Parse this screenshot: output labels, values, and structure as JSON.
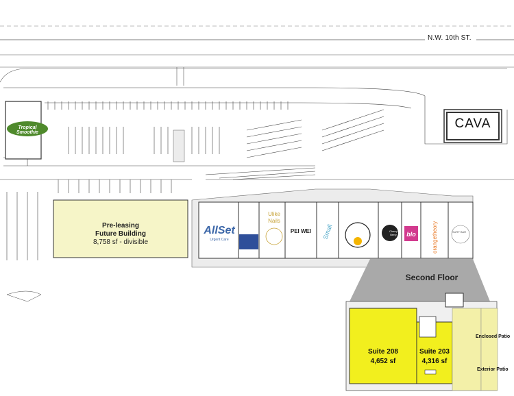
{
  "map": {
    "street_name": "N.W. 10th ST.",
    "future_building": {
      "line1": "Pre-leasing",
      "line2": "Future Building",
      "area": "8,758 sf - divisible"
    },
    "second_floor_label": "Second Floor",
    "suites": [
      {
        "name": "Suite 208",
        "area": "4,652 sf"
      },
      {
        "name": "Suite 203",
        "area": "4,316 sf"
      }
    ],
    "patios": {
      "enclosed": "Enclosed Patio",
      "exterior": "Exterior Patio"
    },
    "colors": {
      "suite_fill": "#f2ef1e",
      "future_fill": "#f6f5c8",
      "patio_fill": "#f3f0a8",
      "second_floor_fill": "#a9a9a9",
      "pavement": "#ececec"
    }
  },
  "tenants": {
    "cava": "CAVA",
    "allset": "AllSet",
    "allset_sub": "Urgent Care",
    "ulike_line1": "Ulike",
    "ulike_line2": "Nails",
    "peiwei": "PEI WEI",
    "cherry": "Cherry Berry",
    "blo": "blo",
    "orangetheory": "orangetheory",
    "surf": "SURF BAR",
    "tropical": "Tropical Smoothie"
  }
}
